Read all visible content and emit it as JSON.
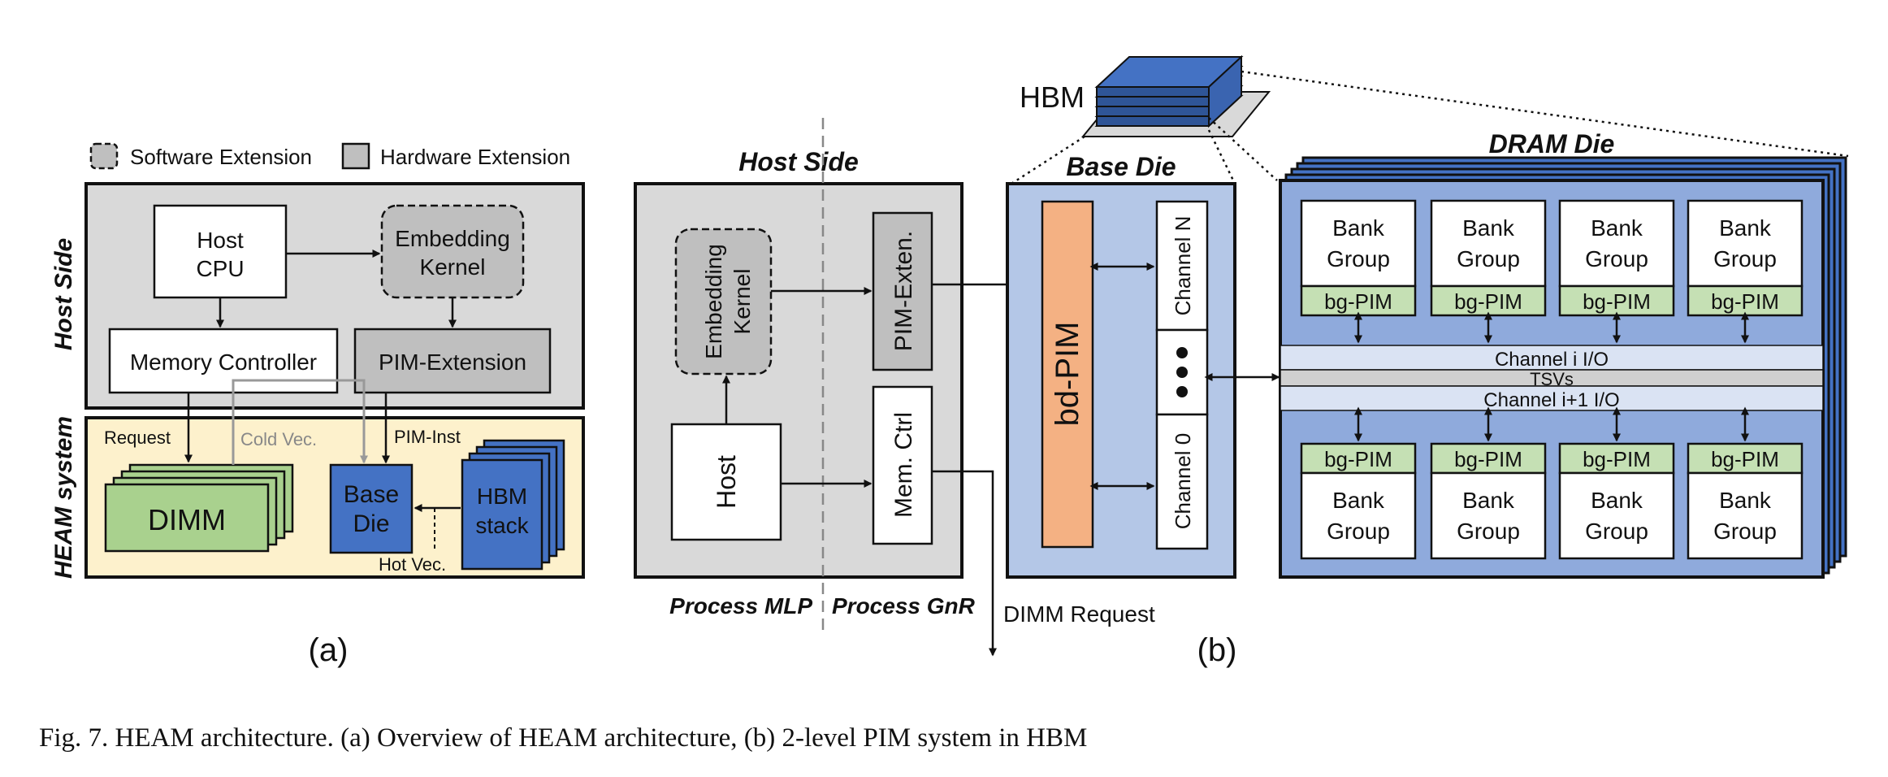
{
  "legend": {
    "software": "Software Extension",
    "hardware": "Hardware Extension"
  },
  "panel_a": {
    "host_side_label": "Host Side",
    "heam_label": "HEAM system",
    "host_cpu_line1": "Host",
    "host_cpu_line2": "CPU",
    "embedding_line1": "Embedding",
    "embedding_line2": "Kernel",
    "memory_controller": "Memory Controller",
    "pim_extension": "PIM-Extension",
    "request": "Request",
    "cold_vec": "Cold Vec.",
    "pim_inst": "PIM-Inst",
    "dimm": "DIMM",
    "base_die_line1": "Base",
    "base_die_line2": "Die",
    "hbm_stack_line1": "HBM",
    "hbm_stack_line2": "stack",
    "hot_vec": "Hot Vec.",
    "label": "(a)"
  },
  "panel_b": {
    "host_side": "Host Side",
    "embedding_line1": "Embedding",
    "embedding_line2": "Kernel",
    "host": "Host",
    "pim_exten": "PIM-Exten.",
    "mem_ctrl": "Mem. Ctrl",
    "process_mlp": "Process MLP",
    "process_gnr": "Process GnR",
    "dimm_request": "DIMM Request",
    "hbm": "HBM",
    "base_die": "Base Die",
    "bd_pim": "bd-PIM",
    "channel_n": "Channel N",
    "channel_0": "Channel 0",
    "dram_die": "DRAM Die",
    "bank_line1": "Bank",
    "bank_line2": "Group",
    "bg_pim": "bg-PIM",
    "channel_i_io": "Channel i I/O",
    "tsvs": "TSVs",
    "channel_i1_io": "Channel i+1 I/O",
    "label": "(b)"
  },
  "caption": "Fig. 7.  HEAM architecture. (a) Overview of HEAM architecture, (b) 2-level PIM system in HBM",
  "colors": {
    "host_gray": "#d9d9d9",
    "ext_gray": "#bfbfbf",
    "heam_yellow": "#fdf1cc",
    "dimm_green": "#a9d18e",
    "hbm_blue": "#4472c4",
    "base_die_blue": "#b4c7e7",
    "dram_blue": "#8faadc",
    "bd_pim_orange": "#f4b183",
    "bg_pim_green": "#c5e0b4",
    "io_light": "#dae3f3"
  }
}
